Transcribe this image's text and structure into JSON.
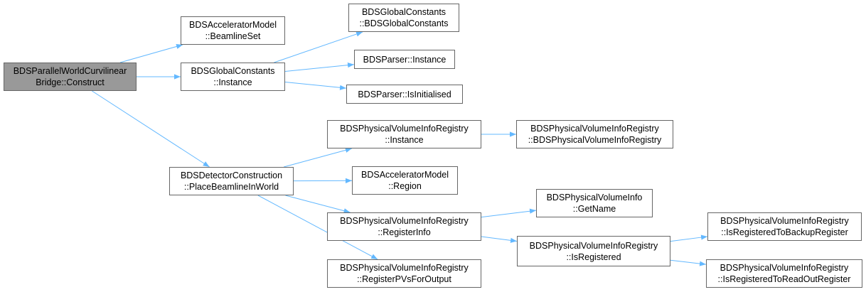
{
  "colors": {
    "edge": "#63b8ff",
    "border": "#666666",
    "root_fill": "#999999",
    "node_fill": "#ffffff"
  },
  "nodes": {
    "root": {
      "line1": "BDSParallelWorldCurvilinear",
      "line2": "Bridge::Construct"
    },
    "am_beamlineset": {
      "line1": "BDSAcceleratorModel",
      "line2": "::BeamlineSet"
    },
    "gc_instance": {
      "line1": "BDSGlobalConstants",
      "line2": "::Instance"
    },
    "gc_ctor": {
      "line1": "BDSGlobalConstants",
      "line2": "::BDSGlobalConstants"
    },
    "parser_instance": {
      "line1": "BDSParser::Instance"
    },
    "parser_isinit": {
      "line1": "BDSParser::IsInitialised"
    },
    "dc_place": {
      "line1": "BDSDetectorConstruction",
      "line2": "::PlaceBeamlineInWorld"
    },
    "pvir_instance": {
      "line1": "BDSPhysicalVolumeInfoRegistry",
      "line2": "::Instance"
    },
    "pvir_ctor": {
      "line1": "BDSPhysicalVolumeInfoRegistry",
      "line2": "::BDSPhysicalVolumeInfoRegistry"
    },
    "am_region": {
      "line1": "BDSAcceleratorModel",
      "line2": "::Region"
    },
    "pvir_reginfo": {
      "line1": "BDSPhysicalVolumeInfoRegistry",
      "line2": "::RegisterInfo"
    },
    "pvi_getname": {
      "line1": "BDSPhysicalVolumeInfo",
      "line2": "::GetName"
    },
    "pvir_isreg": {
      "line1": "BDSPhysicalVolumeInfoRegistry",
      "line2": "::IsRegistered"
    },
    "pvir_isregbackup": {
      "line1": "BDSPhysicalVolumeInfoRegistry",
      "line2": "::IsRegisteredToBackupRegister"
    },
    "pvir_isregreadout": {
      "line1": "BDSPhysicalVolumeInfoRegistry",
      "line2": "::IsRegisteredToReadOutRegister"
    },
    "pvir_regpvs": {
      "line1": "BDSPhysicalVolumeInfoRegistry",
      "line2": "::RegisterPVsForOutput"
    }
  },
  "edges": [
    [
      "root",
      "am_beamlineset"
    ],
    [
      "root",
      "gc_instance"
    ],
    [
      "root",
      "dc_place"
    ],
    [
      "gc_instance",
      "gc_ctor"
    ],
    [
      "gc_instance",
      "parser_instance"
    ],
    [
      "gc_instance",
      "parser_isinit"
    ],
    [
      "dc_place",
      "pvir_instance"
    ],
    [
      "dc_place",
      "am_region"
    ],
    [
      "dc_place",
      "pvir_reginfo"
    ],
    [
      "dc_place",
      "pvir_regpvs"
    ],
    [
      "pvir_instance",
      "pvir_ctor"
    ],
    [
      "pvir_reginfo",
      "pvi_getname"
    ],
    [
      "pvir_reginfo",
      "pvir_isreg"
    ],
    [
      "pvir_isreg",
      "pvir_isregbackup"
    ],
    [
      "pvir_isreg",
      "pvir_isregreadout"
    ]
  ]
}
